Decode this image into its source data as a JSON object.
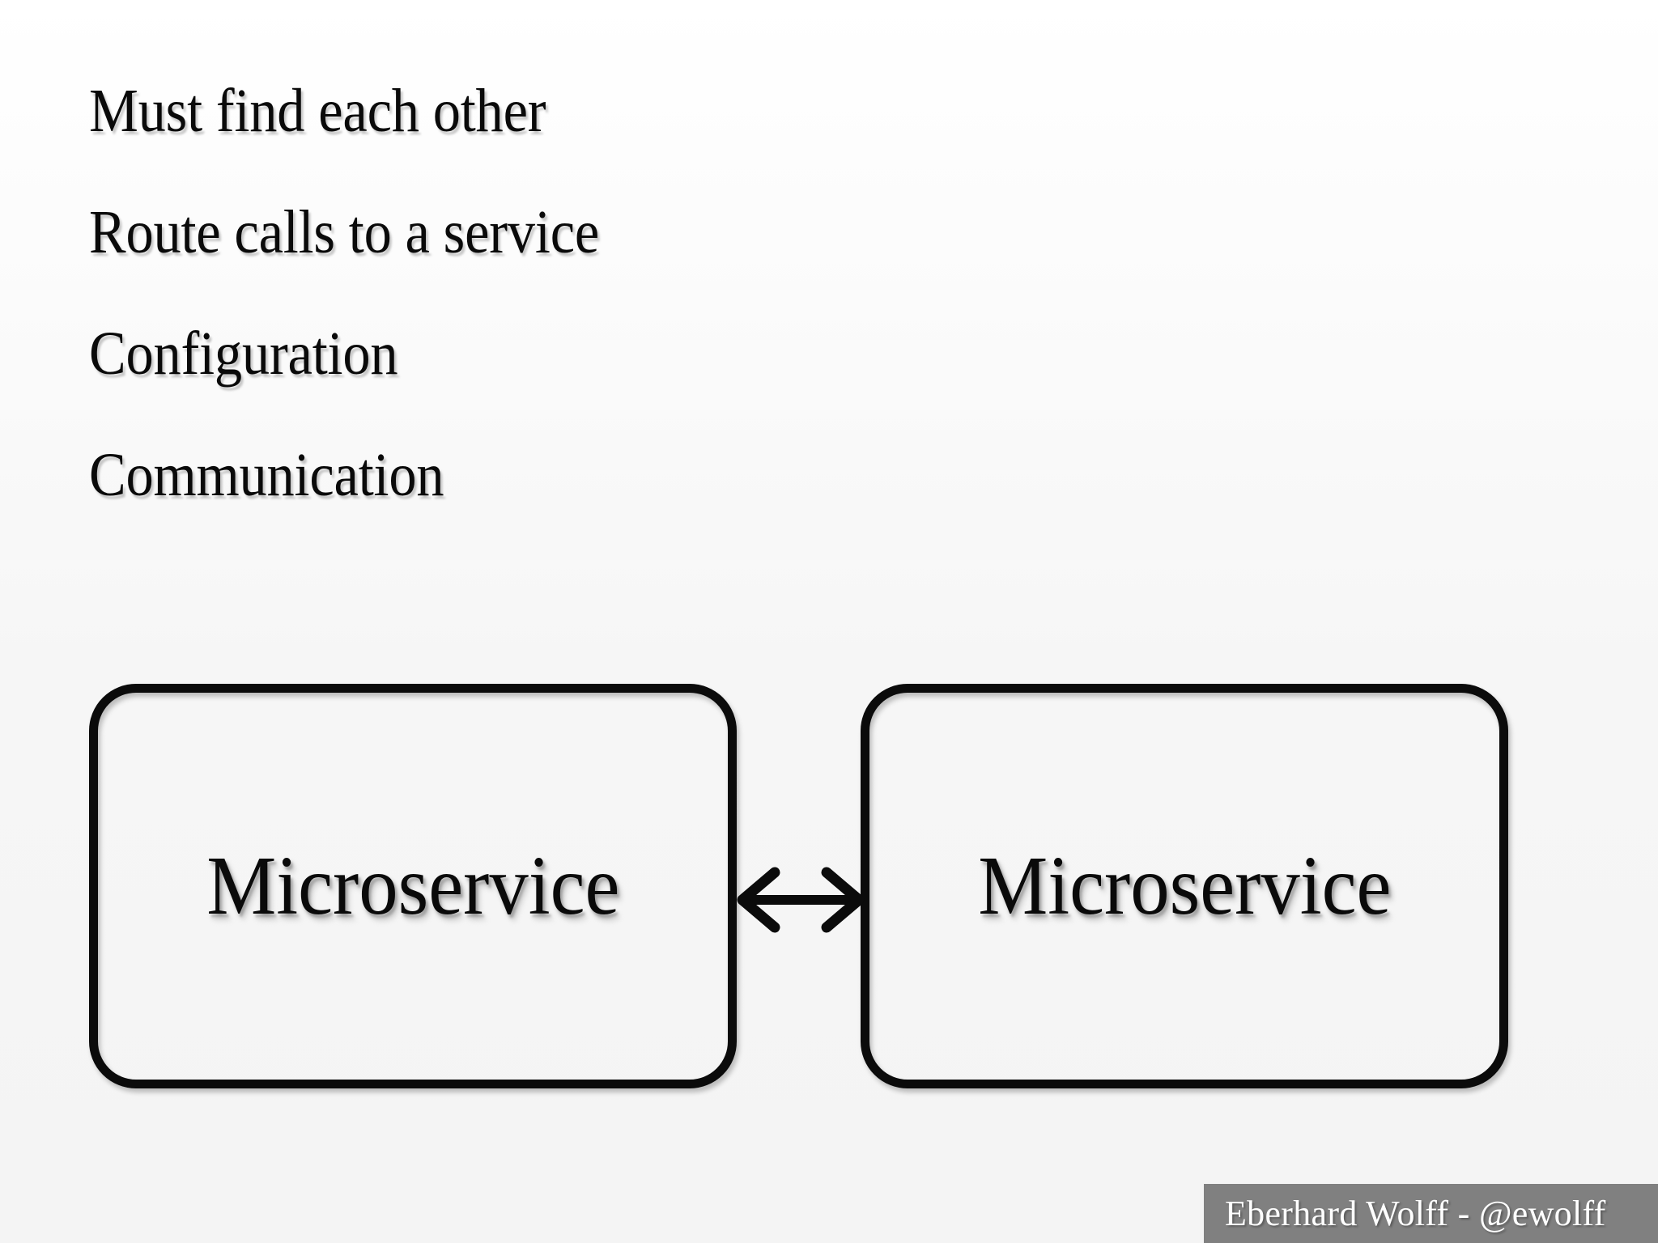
{
  "slide": {
    "background_top_color": "#ffffff",
    "background_bottom_color": "#f4f4f4",
    "bullets": [
      {
        "text": "Must find each other"
      },
      {
        "text": "Route calls to a service"
      },
      {
        "text": "Configuration"
      },
      {
        "text": "Communication"
      }
    ],
    "diagram": {
      "stroke_color": "#0b0b0b",
      "boxes": [
        {
          "label": "Microservice"
        },
        {
          "label": "Microservice"
        }
      ],
      "connector": {
        "kind": "double-headed-arrow",
        "direction": "bidirectional"
      }
    },
    "footer": {
      "text": "Eberhard Wolff - @ewolff",
      "background_color": "#808080",
      "text_color": "#ffffff"
    }
  }
}
